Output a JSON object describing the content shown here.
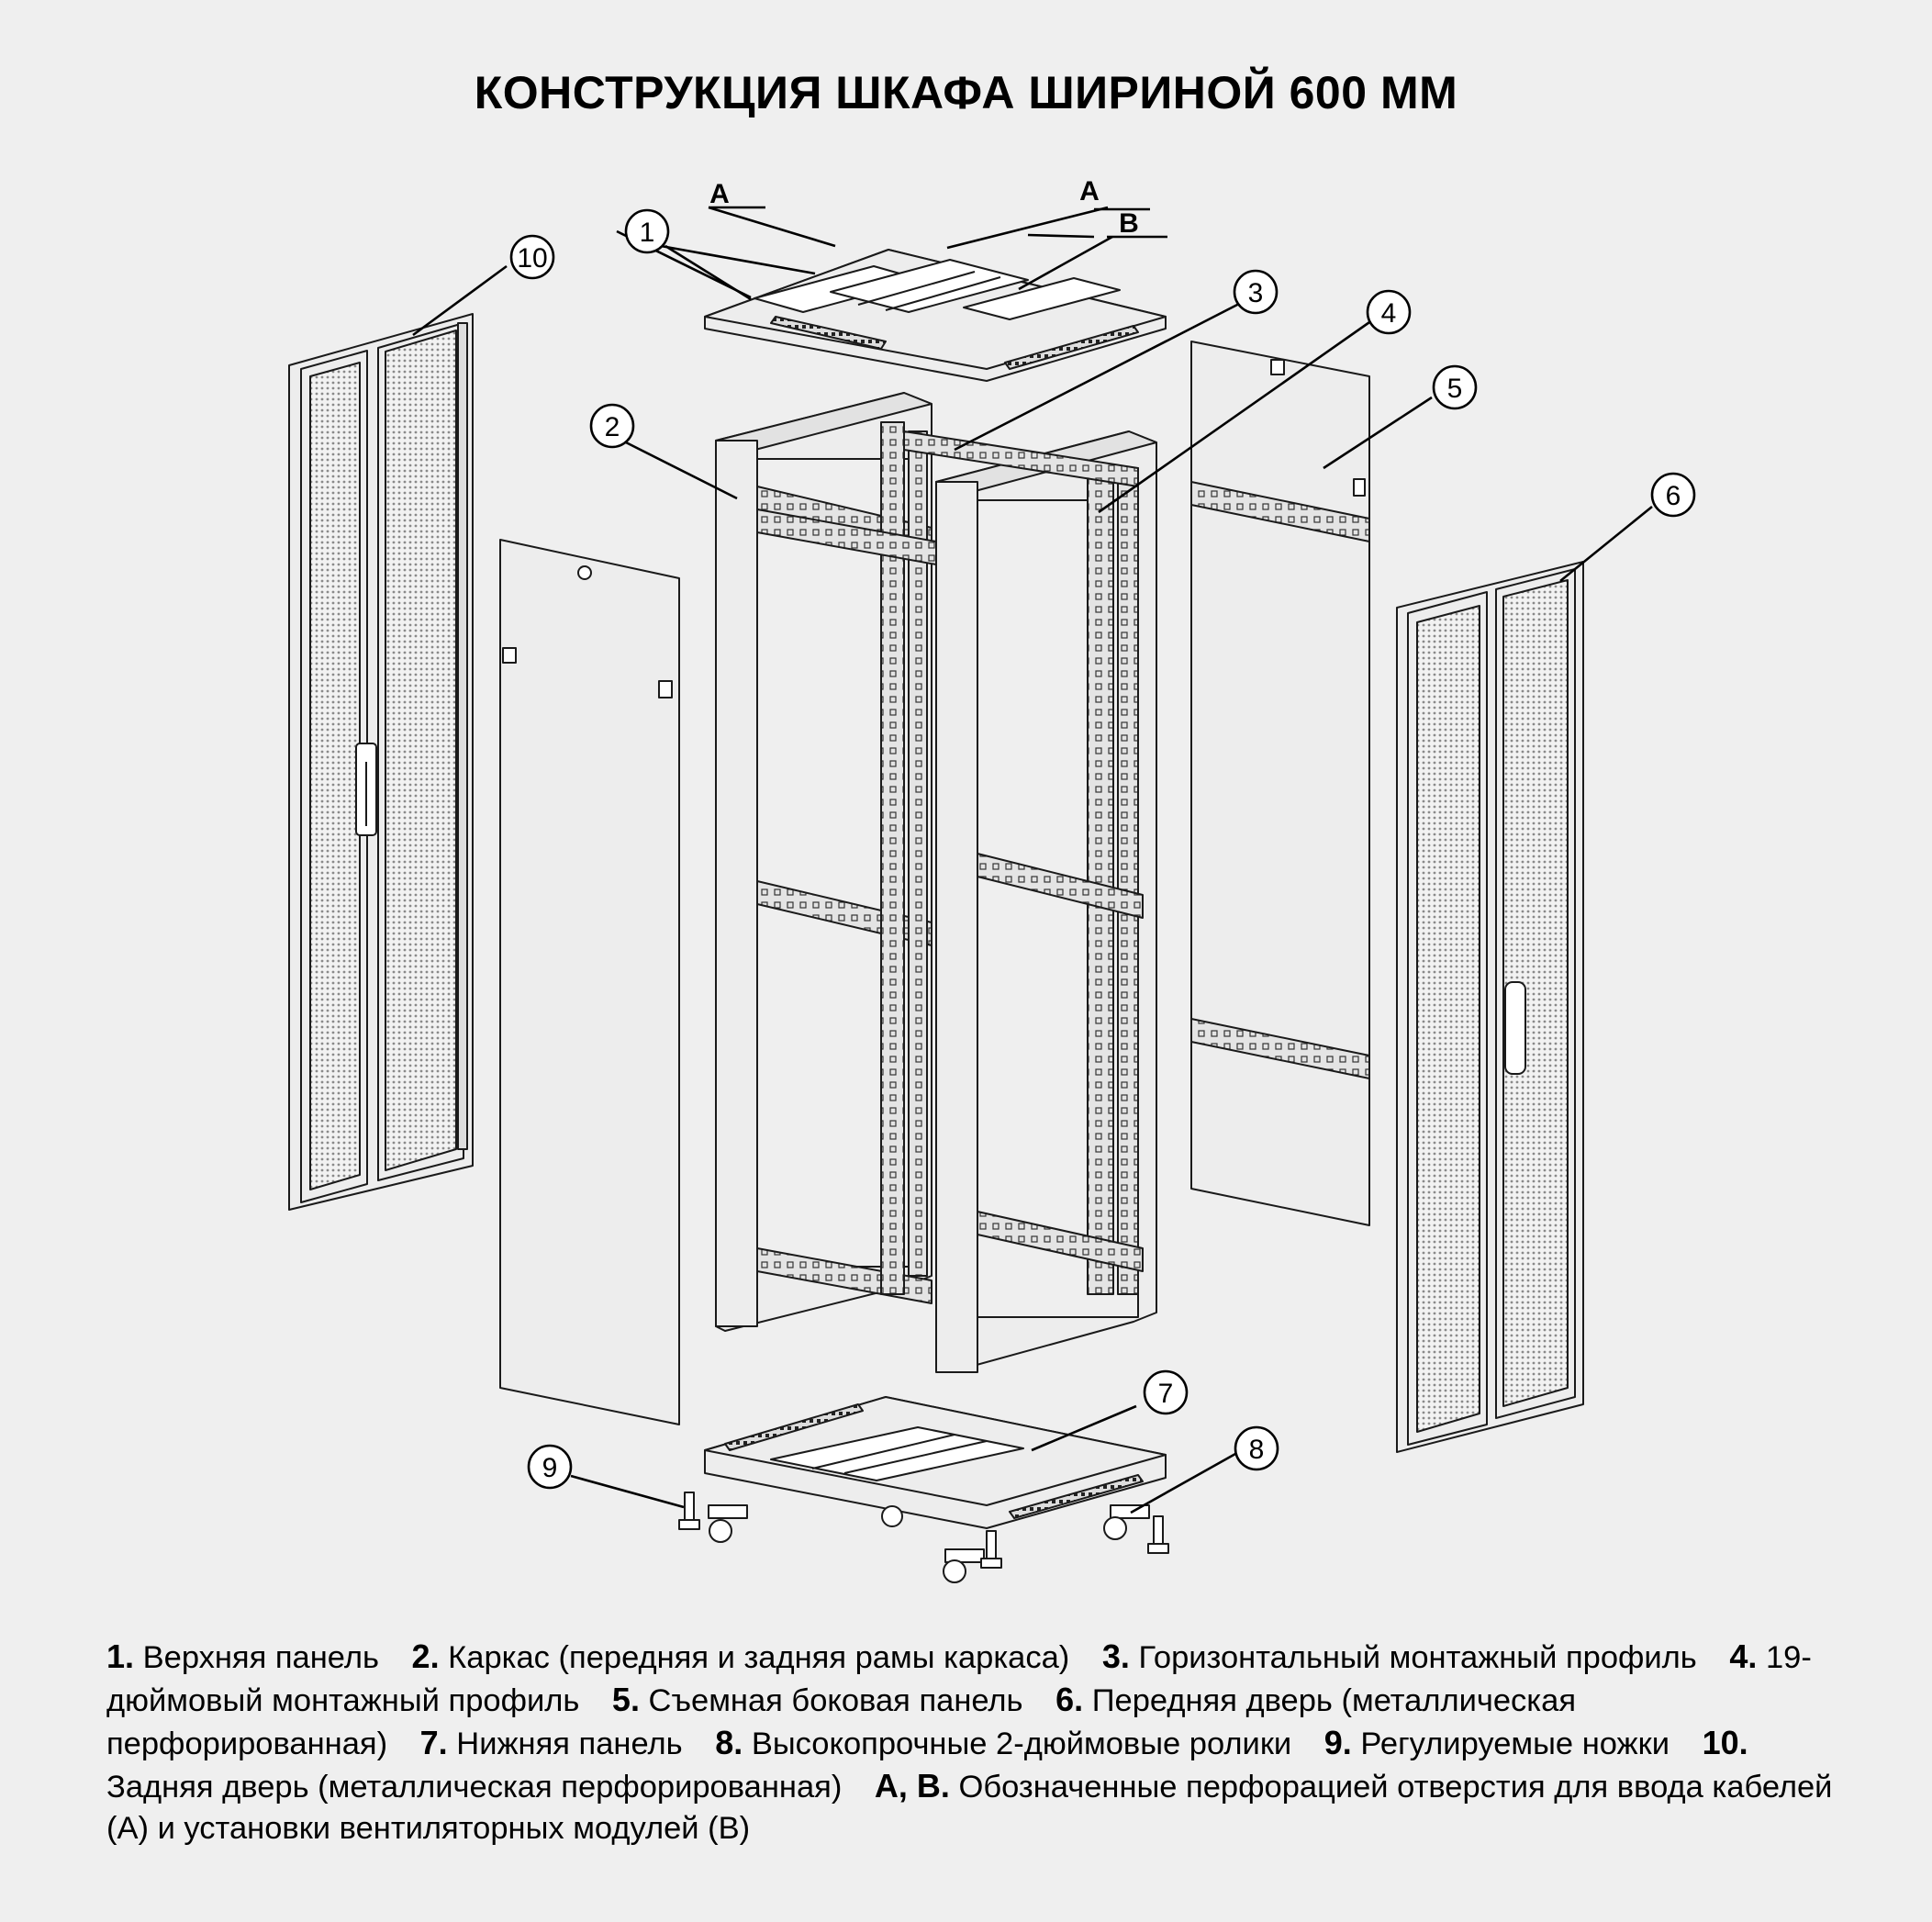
{
  "title": "КОНСТРУКЦИЯ ШКАФА ШИРИНОЙ 600 ММ",
  "callouts": [
    "1",
    "2",
    "3",
    "4",
    "5",
    "6",
    "7",
    "8",
    "9",
    "10"
  ],
  "letters": {
    "a1": "A",
    "a2": "A",
    "b": "B"
  },
  "legend": [
    {
      "num": "1.",
      "text": "Верхняя панель"
    },
    {
      "num": "2.",
      "text": "Каркас (передняя и задняя рамы каркаса)"
    },
    {
      "num": "3.",
      "text": "Горизонтальный монтажный профиль"
    },
    {
      "num": "4.",
      "text": "19-дюймовый монтажный профиль"
    },
    {
      "num": "5.",
      "text": "Съемная боковая панель"
    },
    {
      "num": "6.",
      "text": "Передняя дверь (металлическая перфорированная)"
    },
    {
      "num": "7.",
      "text": "Нижняя панель"
    },
    {
      "num": "8.",
      "text": "Высокопрочные 2-дюймовые ролики"
    },
    {
      "num": "9.",
      "text": "Регулируемые ножки"
    },
    {
      "num": "10.",
      "text": "Задняя дверь (металлическая перфорированная)"
    },
    {
      "num": "A, B.",
      "text": "Обозначенные перфорацией отверстия для ввода кабелей (A) и установки вентиляторных модулей (B)"
    }
  ],
  "colors": {
    "background": "#efefef",
    "line": "#1a1a1a",
    "panel": "#ededed",
    "mesh": "#bdbdbd"
  }
}
